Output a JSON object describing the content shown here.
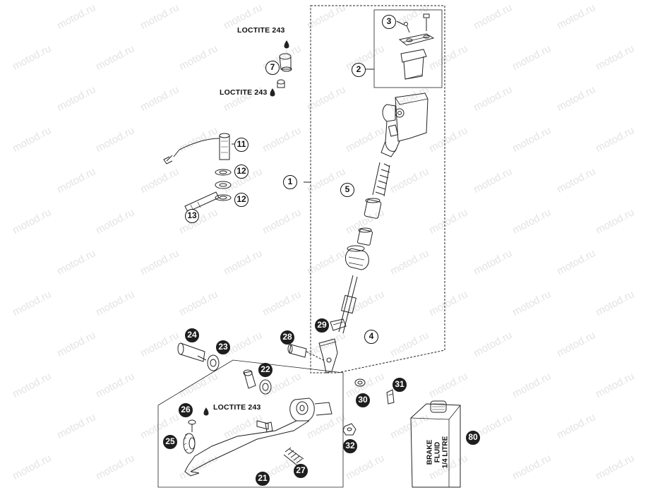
{
  "watermark": "motod.ru",
  "loctite": [
    "LOCTITE 243",
    "LOCTITE 243",
    "LOCTITE 243"
  ],
  "callouts": [
    {
      "id": "c1",
      "label": "1",
      "dark": false
    },
    {
      "id": "c2",
      "label": "2",
      "dark": false
    },
    {
      "id": "c3",
      "label": "3",
      "dark": false
    },
    {
      "id": "c4",
      "label": "4",
      "dark": false
    },
    {
      "id": "c5",
      "label": "5",
      "dark": false
    },
    {
      "id": "c7",
      "label": "7",
      "dark": false
    },
    {
      "id": "c11",
      "label": "11",
      "dark": false
    },
    {
      "id": "c12a",
      "label": "12",
      "dark": false
    },
    {
      "id": "c12b",
      "label": "12",
      "dark": false
    },
    {
      "id": "c13",
      "label": "13",
      "dark": true
    },
    {
      "id": "c21",
      "label": "21",
      "dark": true
    },
    {
      "id": "c22",
      "label": "22",
      "dark": true
    },
    {
      "id": "c23",
      "label": "23",
      "dark": true
    },
    {
      "id": "c24",
      "label": "24",
      "dark": true
    },
    {
      "id": "c25",
      "label": "25",
      "dark": true
    },
    {
      "id": "c26",
      "label": "26",
      "dark": true
    },
    {
      "id": "c27",
      "label": "27",
      "dark": true
    },
    {
      "id": "c28",
      "label": "28",
      "dark": true
    },
    {
      "id": "c29",
      "label": "29",
      "dark": true
    },
    {
      "id": "c30",
      "label": "30",
      "dark": true
    },
    {
      "id": "c31",
      "label": "31",
      "dark": true
    },
    {
      "id": "c32",
      "label": "32",
      "dark": true
    },
    {
      "id": "c80",
      "label": "80",
      "dark": true
    }
  ],
  "bottle": {
    "line1": "BRAKE",
    "line2": "FLUID",
    "line3": "1/4 LITRE"
  }
}
